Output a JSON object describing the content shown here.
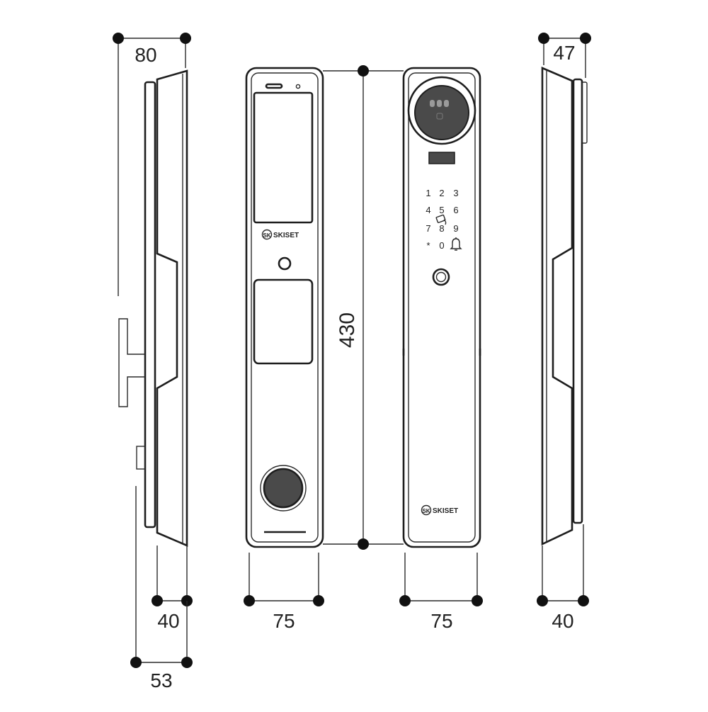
{
  "colors": {
    "ink": "#1e1e1e",
    "dot": "#111111",
    "lens": "#4a4a4a",
    "background": "#ffffff"
  },
  "dimensions": {
    "side_left_top": "80",
    "side_left_depth": "40",
    "side_left_total": "53",
    "height": "430",
    "front_width": "75",
    "back_width": "75",
    "side_right_top": "47",
    "side_right_depth": "40"
  },
  "front_panel": {
    "brand": "SKISET",
    "logo_mark": "SK",
    "icons": [
      "camera-icon",
      "doorbell-button-icon",
      "fingerprint-pad-icon",
      "handle-knob-icon"
    ]
  },
  "back_panel": {
    "brand": "SKISET",
    "logo_mark": "SK",
    "keypad": [
      "1",
      "2",
      "3",
      "4",
      "5",
      "6",
      "7",
      "8",
      "9",
      "*",
      "0",
      "bell"
    ],
    "icons": [
      "face-camera-icon",
      "card-reader-icon",
      "bell-icon",
      "round-button-icon"
    ]
  }
}
